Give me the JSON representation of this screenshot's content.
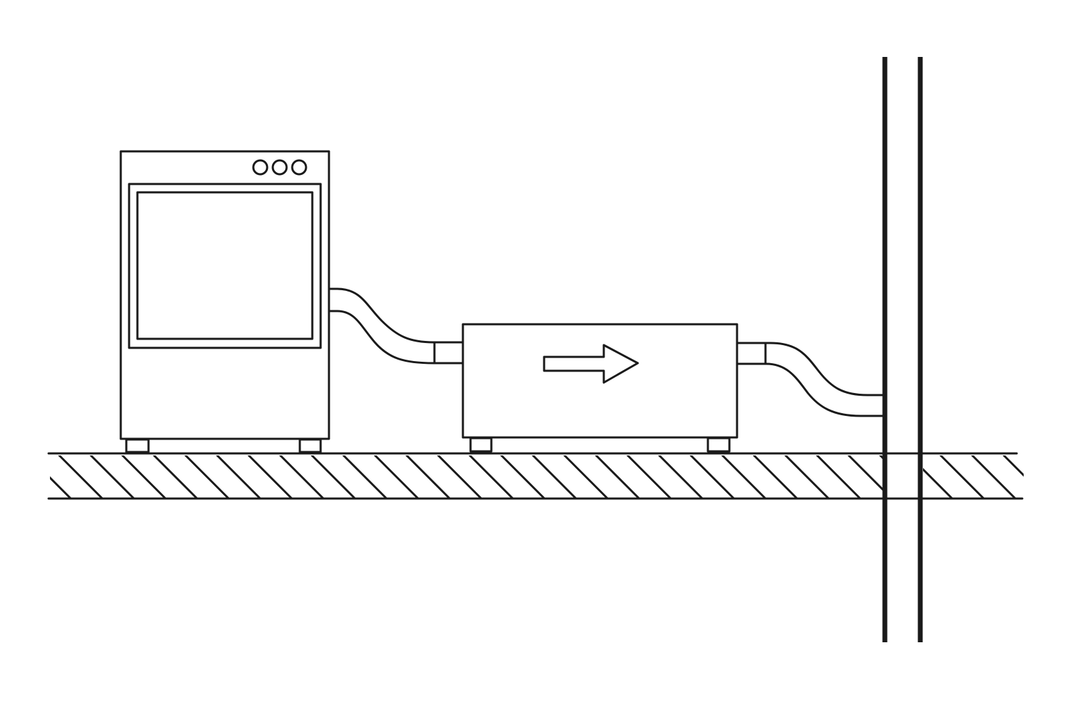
{
  "colors": {
    "line": "#1a1a1a",
    "background": "#ffffff"
  },
  "components": [
    {
      "id": "appliance",
      "icon": "dryer-unit-icon",
      "controls": 3
    },
    {
      "id": "duct-in",
      "icon": "flexible-duct-icon"
    },
    {
      "id": "inline-unit",
      "icon": "inline-fan-box-icon",
      "marker": "flow-direction-arrow"
    },
    {
      "id": "duct-out",
      "icon": "flexible-duct-icon"
    },
    {
      "id": "wall",
      "icon": "wall-section-icon"
    },
    {
      "id": "floor",
      "icon": "hatched-floor-icon"
    }
  ]
}
